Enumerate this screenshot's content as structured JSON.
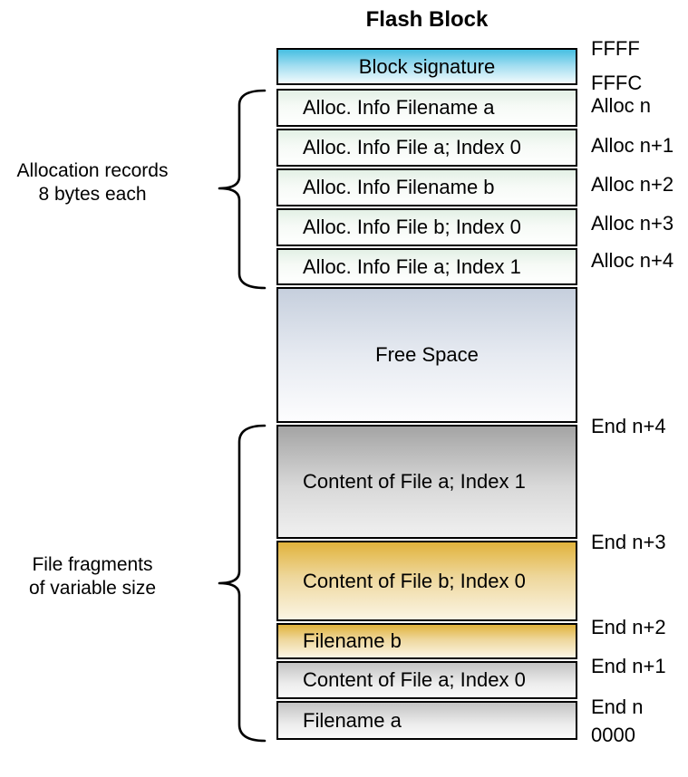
{
  "title": "Flash Block",
  "blocks": [
    {
      "label": "Block signature"
    },
    {
      "label": "Alloc. Info Filename a"
    },
    {
      "label": "Alloc. Info File a; Index 0"
    },
    {
      "label": "Alloc. Info Filename b"
    },
    {
      "label": "Alloc. Info File b; Index 0"
    },
    {
      "label": "Alloc. Info File a; Index 1"
    },
    {
      "label": "Free Space"
    },
    {
      "label": "Content of File a; Index 1"
    },
    {
      "label": "Content of File b; Index 0"
    },
    {
      "label": "Filename b"
    },
    {
      "label": "Content of File a; Index 0"
    },
    {
      "label": "Filename a"
    }
  ],
  "addresses": [
    {
      "label": "FFFF"
    },
    {
      "label": "FFFC"
    },
    {
      "label": "Alloc n"
    },
    {
      "label": "Alloc n+1"
    },
    {
      "label": "Alloc n+2"
    },
    {
      "label": "Alloc n+3"
    },
    {
      "label": "Alloc n+4"
    },
    {
      "label": "End n+4"
    },
    {
      "label": "End n+3"
    },
    {
      "label": "End n+2"
    },
    {
      "label": "End n+1"
    },
    {
      "label": "End n"
    },
    {
      "label": "0000"
    }
  ],
  "annotations": {
    "allocation": {
      "line1": "Allocation records",
      "line2": "8 bytes each"
    },
    "fragments": {
      "line1": "File fragments",
      "line2": "of variable size"
    }
  },
  "colors": {
    "border": "#000000",
    "signature_top": "#47bfe2",
    "alloc_top": "#e3f0e5",
    "free_space_top": "#c6cfdd",
    "content_gray_top": "#a4a4a4",
    "content_gold_top": "#e1b33c",
    "filename_gray_top": "#c3c3c3"
  }
}
